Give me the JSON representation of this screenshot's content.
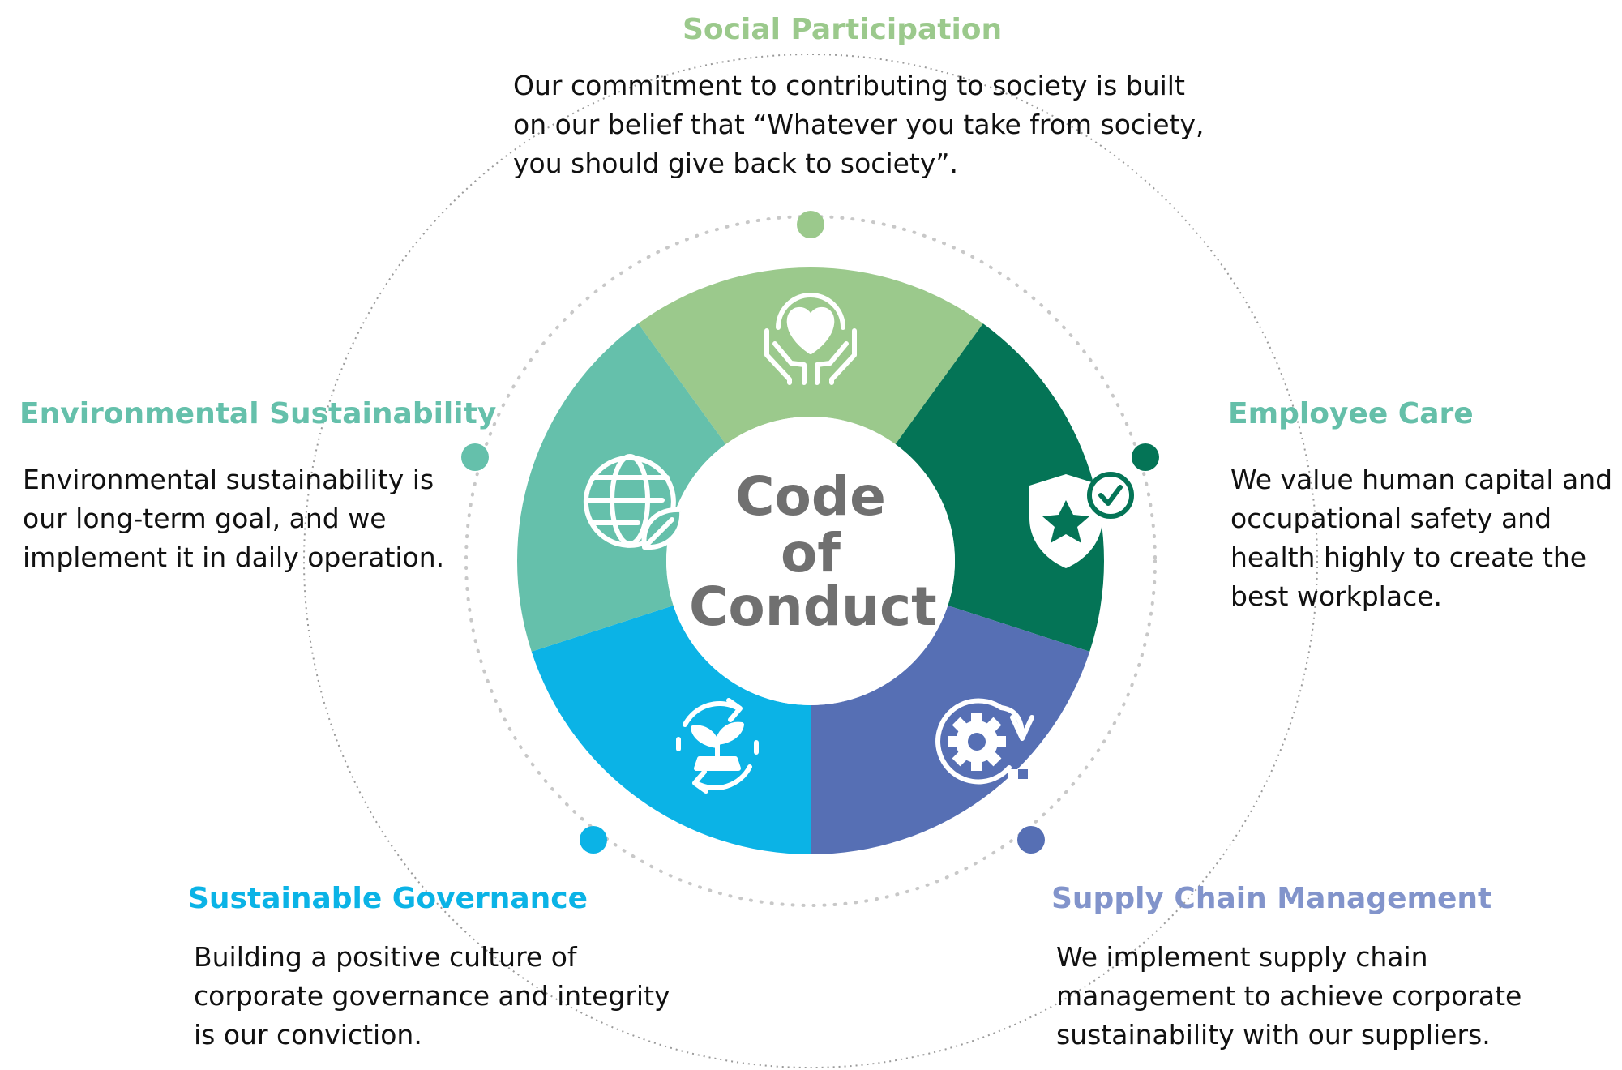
{
  "center": {
    "lines": [
      "Code",
      "of",
      "Conduct"
    ],
    "color": "#707070"
  },
  "segments": [
    {
      "key": "social",
      "title": "Social Participation",
      "color": "#9bc98c",
      "icon": "hands-heart-icon",
      "body": [
        "Our commitment to contributing to society is built",
        "on our belief that “Whatever you take from society,",
        "you should give back to society”."
      ]
    },
    {
      "key": "employee",
      "title": "Employee Care",
      "color": "#047456",
      "title_color": "#65bfa9",
      "icon": "shield-star-check-icon",
      "body": [
        "We value human capital and",
        "occupational safety and",
        "health highly to create the",
        "best workplace."
      ]
    },
    {
      "key": "supply",
      "title": "Supply Chain Management",
      "color": "#566fb4",
      "title_color": "#8294cb",
      "icon": "gear-cycle-box-icon",
      "body": [
        "We implement supply chain",
        "management to achieve corporate",
        "sustainability with our suppliers."
      ]
    },
    {
      "key": "governance",
      "title": "Sustainable Governance",
      "color": "#0bb3e6",
      "title_color": "#0bb3e6",
      "icon": "sprout-recycle-icon",
      "body": [
        "Building a positive culture of",
        "corporate governance and integrity",
        "is our conviction."
      ]
    },
    {
      "key": "environment",
      "title": "Environmental Sustainability",
      "color": "#65c0ab",
      "title_color": "#65c0ab",
      "icon": "globe-leaf-icon",
      "body": [
        "Environmental sustainability is",
        "our long-term goal, and we",
        "implement it in daily operation."
      ]
    }
  ]
}
